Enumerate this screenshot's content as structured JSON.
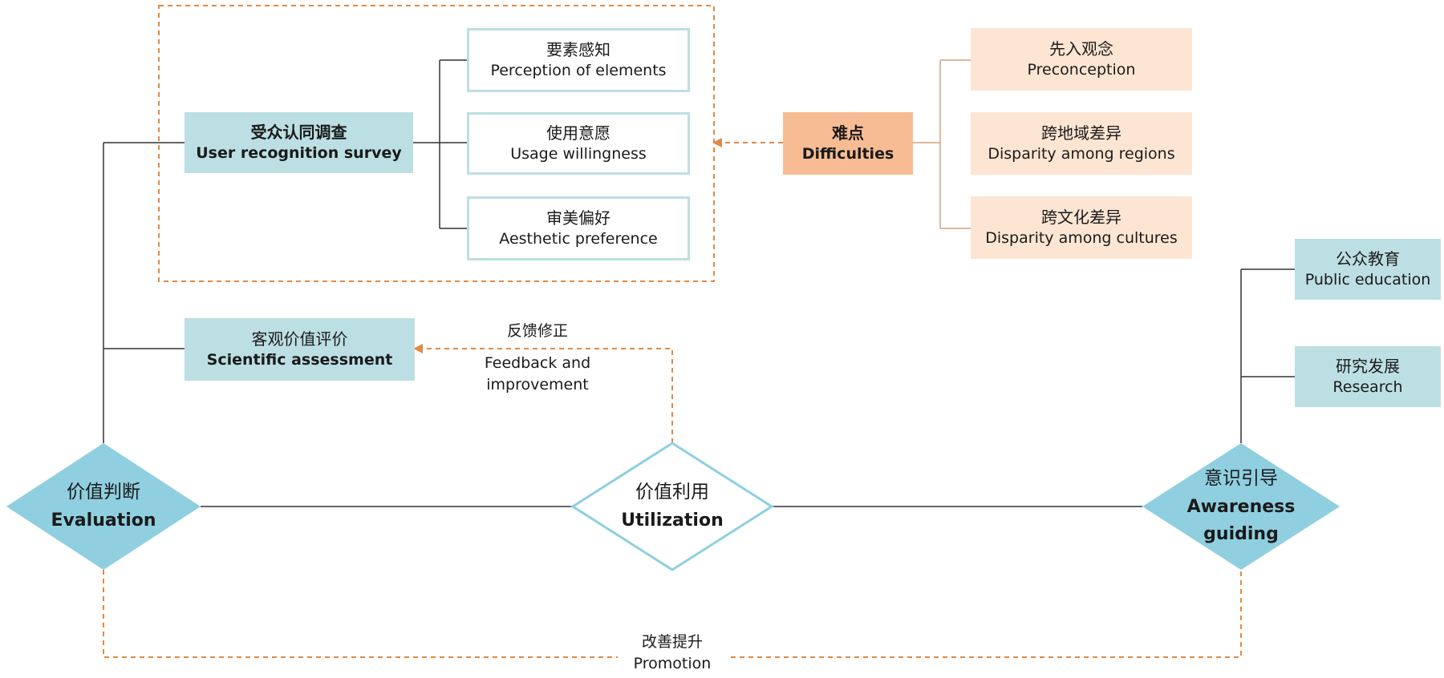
{
  "survey": {
    "title_zh": "受众认同调查",
    "title_en": "User recognition survey",
    "items": [
      {
        "zh": "要素感知",
        "en": "Perception of elements"
      },
      {
        "zh": "使用意愿",
        "en": "Usage willingness"
      },
      {
        "zh": "审美偏好",
        "en": "Aesthetic preference"
      }
    ]
  },
  "difficulties": {
    "title_zh": "难点",
    "title_en": "Difficulties",
    "items": [
      {
        "zh": "先入观念",
        "en": "Preconception"
      },
      {
        "zh": "跨地域差异",
        "en": "Disparity among regions"
      },
      {
        "zh": "跨文化差异",
        "en": "Disparity among cultures"
      }
    ]
  },
  "assessment": {
    "zh": "客观价值评价",
    "en": "Scientific assessment"
  },
  "feedback": {
    "zh": "反馈修正",
    "en_line1": "Feedback and",
    "en_line2": "improvement"
  },
  "evaluation": {
    "zh": "价值判断",
    "en": "Evaluation"
  },
  "utilization": {
    "zh": "价值利用",
    "en": "Utilization"
  },
  "awareness": {
    "zh": "意识引导",
    "en_line1": "Awareness",
    "en_line2": "guiding"
  },
  "awareness_items": [
    {
      "zh": "公众教育",
      "en": "Public education"
    },
    {
      "zh": "研究发展",
      "en": "Research"
    }
  ],
  "promotion": {
    "zh": "改善提升",
    "en": "Promotion"
  },
  "colors": {
    "teal": "#bcdfe3",
    "diamond": "#8fcfe0",
    "peach": "#fde5d3",
    "orange": "#f7bc93",
    "arrow": "#e08a45"
  }
}
